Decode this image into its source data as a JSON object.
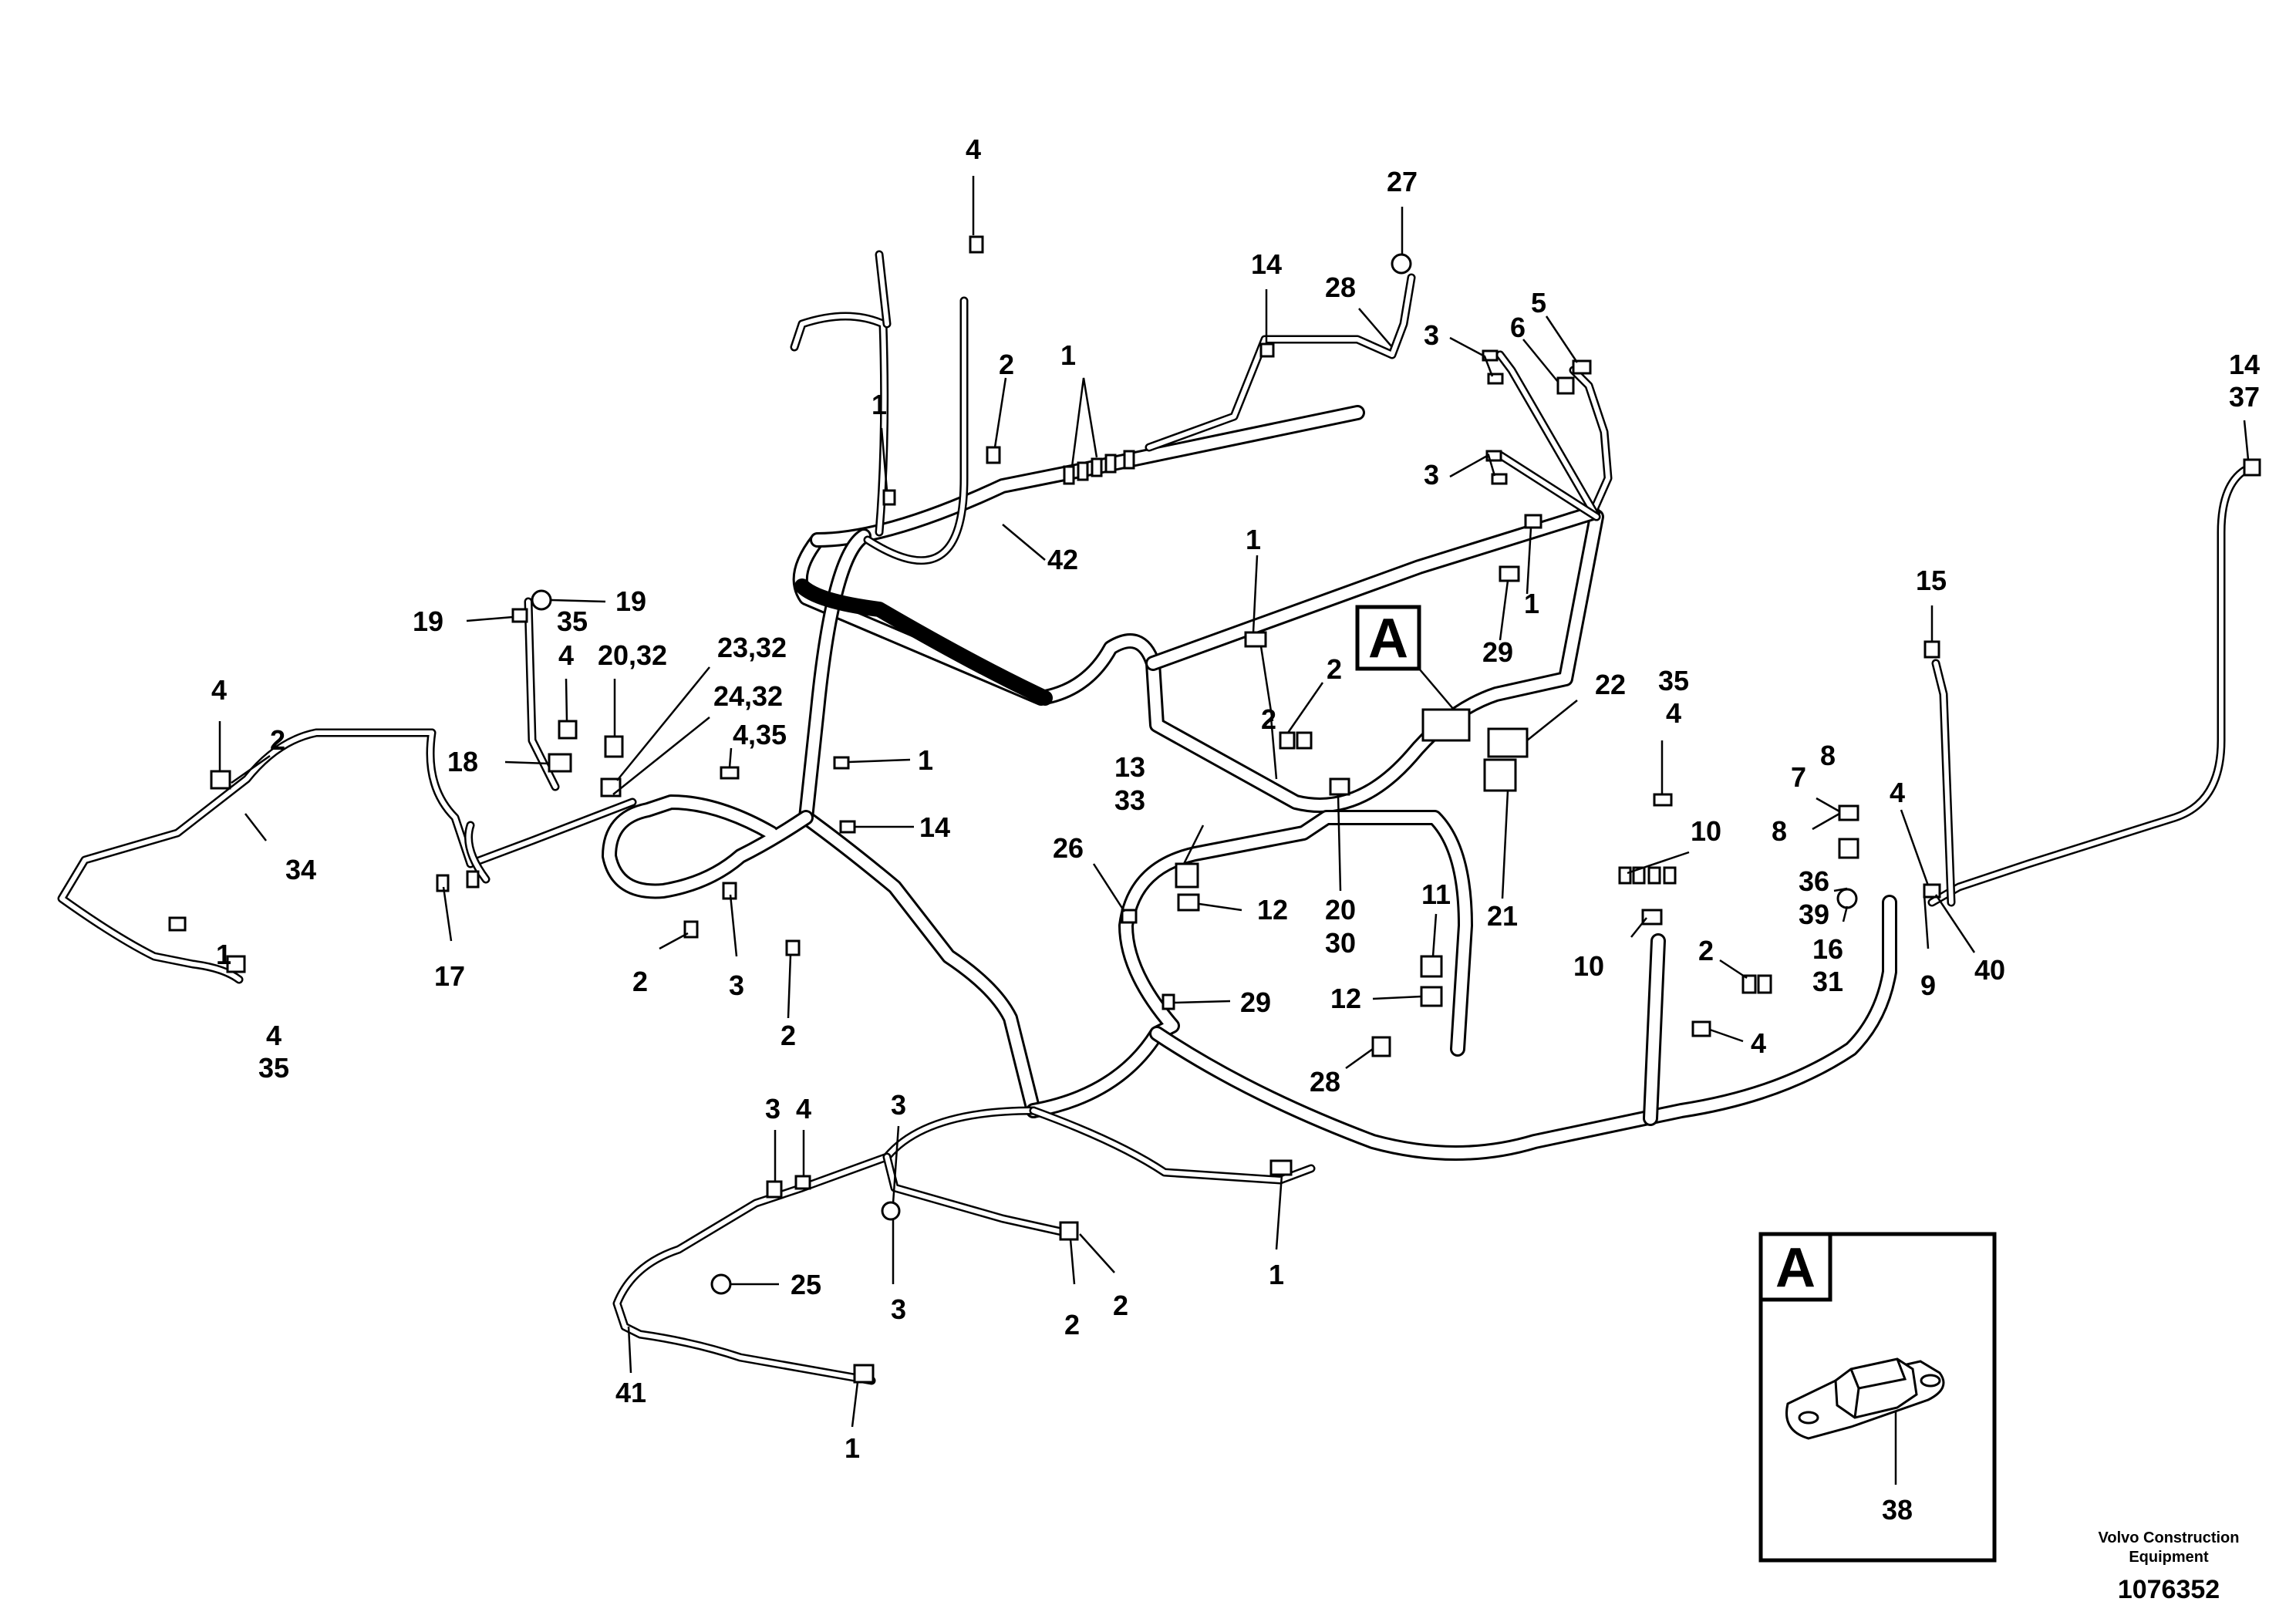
{
  "labels": {
    "l_4a": "4",
    "l_27": "27",
    "l_14a": "14",
    "l_28a": "28",
    "l_5": "5",
    "l_6": "6",
    "l_3a": "3",
    "l_3b": "3",
    "l_1a": "1",
    "l_2a": "2",
    "l_1b": "1",
    "l_42": "42",
    "l_14b": "14",
    "l_37": "37",
    "l_1c": "1",
    "l_1d": "1",
    "l_29a": "29",
    "l_19a": "19",
    "l_19b": "19",
    "l_35a": "35",
    "l_4b": "4",
    "l_20_32": "20,32",
    "l_23_32": "23,32",
    "l_24_32": "24,32",
    "l_4_35": "4,35",
    "l_4c": "4",
    "l_2b": "2",
    "l_34": "34",
    "l_18": "18",
    "l_1e": "1",
    "l_14c": "14",
    "l_2c": "2",
    "l_2d": "2",
    "l_22": "22",
    "l_35b": "35",
    "l_4d": "4",
    "l_15": "15",
    "l_13": "13",
    "l_33": "33",
    "l_26": "26",
    "l_12a": "12",
    "l_20": "20",
    "l_30": "30",
    "l_21": "21",
    "l_11": "11",
    "l_10a": "10",
    "l_10b": "10",
    "l_8a": "8",
    "l_7": "7",
    "l_8b": "8",
    "l_4e": "4",
    "l_36": "36",
    "l_39": "39",
    "l_16": "16",
    "l_31": "31",
    "l_9": "9",
    "l_40": "40",
    "l_17": "17",
    "l_2e": "2",
    "l_3c": "3",
    "l_2f": "2",
    "l_29b": "29",
    "l_12b": "12",
    "l_28b": "28",
    "l_2g": "2",
    "l_4f": "4",
    "l_1f": "1",
    "l_4g": "4",
    "l_35c": "35",
    "l_3d": "3",
    "l_4h": "4",
    "l_3e": "3",
    "l_3f": "3",
    "l_2h": "2",
    "l_2i": "2",
    "l_1g": "1",
    "l_25": "25",
    "l_41": "41",
    "l_1h": "1"
  },
  "detail_marker": "A",
  "inset": {
    "title": "A",
    "part_label": "38"
  },
  "footer": {
    "brand_line1": "Volvo Construction",
    "brand_line2": "Equipment",
    "drawing_number": "1076352"
  }
}
